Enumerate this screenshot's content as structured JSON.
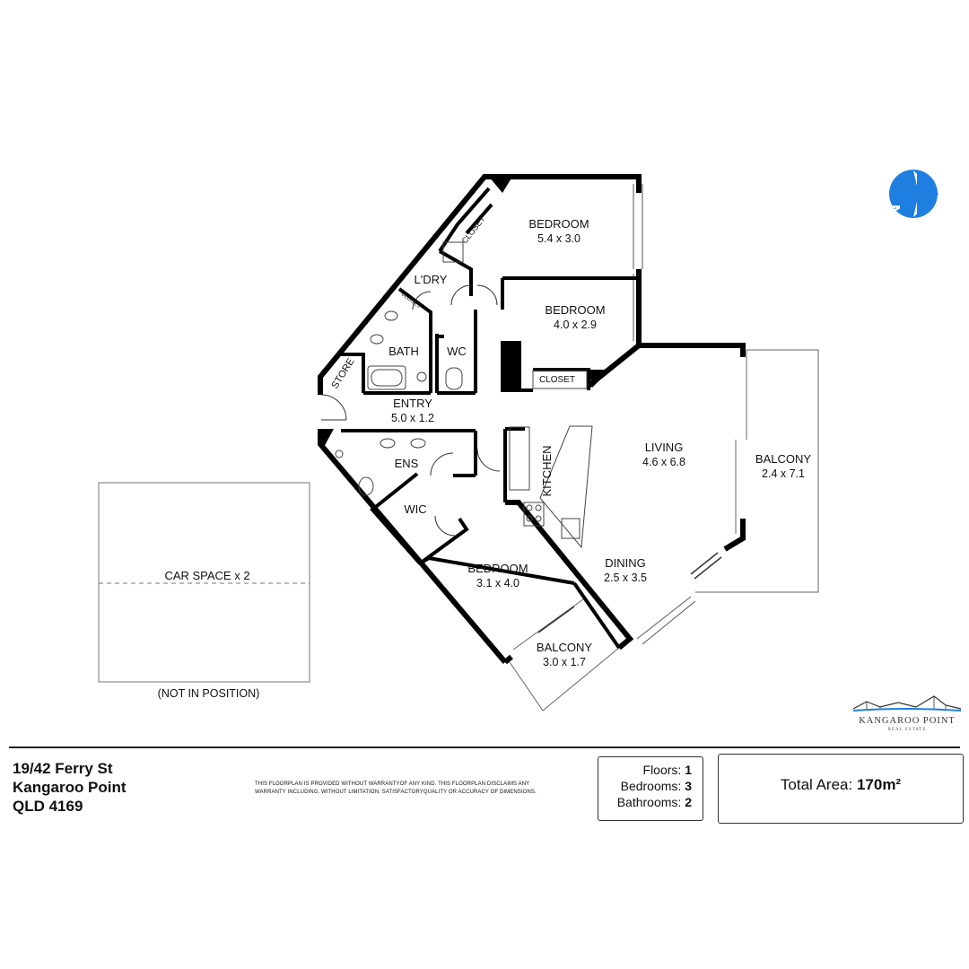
{
  "rooms": {
    "bedroom1": {
      "name": "BEDROOM",
      "dim": "5.4 x 3.0"
    },
    "bedroom2": {
      "name": "BEDROOM",
      "dim": "4.0 x 2.9"
    },
    "bedroom3": {
      "name": "BEDROOM",
      "dim": "3.1 x 4.0"
    },
    "closet1": {
      "name": "CLOSET"
    },
    "closet2": {
      "name": "CLOSET"
    },
    "closet3": {
      "name": "CLOSET"
    },
    "laundry": {
      "name": "L'DRY"
    },
    "bath": {
      "name": "BATH"
    },
    "wc": {
      "name": "WC"
    },
    "store": {
      "name": "STORE"
    },
    "entry": {
      "name": "ENTRY",
      "dim": "5.0 x 1.2"
    },
    "ens": {
      "name": "ENS"
    },
    "wic": {
      "name": "WIC"
    },
    "kitchen": {
      "name": "KITCHEN"
    },
    "living": {
      "name": "LIVING",
      "dim": "4.6 x 6.8"
    },
    "dining": {
      "name": "DINING",
      "dim": "2.5 x 3.5"
    },
    "balcony_main": {
      "name": "BALCONY",
      "dim": "2.4 x 7.1"
    },
    "balcony_small": {
      "name": "BALCONY",
      "dim": "3.0 x 1.7"
    },
    "car_space": {
      "name": "CAR SPACE x 2",
      "note": "(NOT IN POSITION)"
    }
  },
  "compass": {
    "letter": "N",
    "color": "#1e7fe0"
  },
  "address": {
    "line1": "19/42 Ferry St",
    "line2": "Kangaroo Point",
    "line3": "QLD 4169"
  },
  "disclaimer": "THIS FLOORPLAN IS PROVIDED WITHOUT WARRANTYOF ANY KIND. THIS FLOORPLAN DISCLAIMS ANY WARRANTY INCLUDING, WITHOUT  LIMITATION, SATISFACTORYQUALITY OR ACCURACY OF DIMENSIONS.",
  "stats": {
    "floors_label": "Floors:",
    "floors_value": "1",
    "bedrooms_label": "Bedrooms:",
    "bedrooms_value": "3",
    "bathrooms_label": "Bathrooms:",
    "bathrooms_value": "2"
  },
  "area": {
    "label": "Total Area:",
    "value": "170m²"
  },
  "logo": {
    "name": "KANGAROO POINT",
    "sub": "REAL ESTATE"
  }
}
